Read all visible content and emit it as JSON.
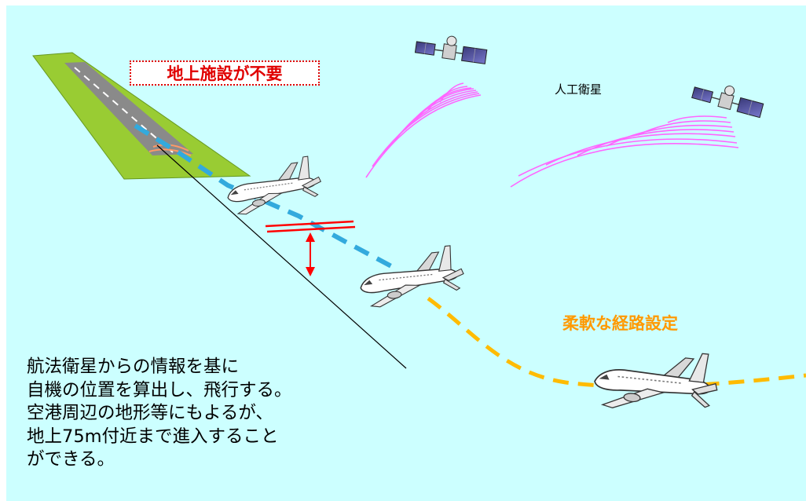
{
  "labels": {
    "no_ground_facility": "地上施設が不要",
    "satellite": "人工衛星",
    "flexible_route": "柔軟な経路設定"
  },
  "description": {
    "lines": [
      "航法衛星からの情報を基に",
      "自機の位置を算出し、飛行する。",
      "空港周辺の地形等にもよるが、",
      "地上75m付近まで進入すること",
      "ができる。"
    ]
  },
  "colors": {
    "background": "#ccffff",
    "runway_grass": "#99cc33",
    "runway": "#888888",
    "approach_path": "#33aadd",
    "flexible_path": "#ffbb00",
    "signal": "#ff66ff",
    "highlight": "#ff0000"
  }
}
